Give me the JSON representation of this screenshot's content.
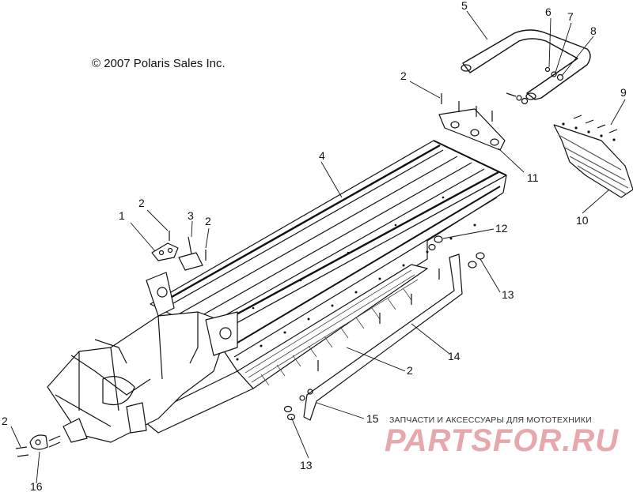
{
  "copyright": "© 2007 Polaris Sales Inc.",
  "watermark": {
    "caption": "ЗАПЧАСТИ И АКСЕССУАРЫ ДЛЯ МОТОТЕХНИКИ",
    "logo": "PARTSFOR.RU",
    "logo_color": "#e7a8ad"
  },
  "callouts": {
    "c1": "1",
    "c2a": "2",
    "c2b": "2",
    "c2c": "2",
    "c2d": "2",
    "c2e": "2",
    "c3": "3",
    "c4": "4",
    "c5": "5",
    "c6": "6",
    "c7": "7",
    "c8": "8",
    "c9": "9",
    "c10": "10",
    "c11": "11",
    "c12": "12",
    "c13a": "13",
    "c13b": "13",
    "c14": "14",
    "c15": "15",
    "c16": "16"
  }
}
